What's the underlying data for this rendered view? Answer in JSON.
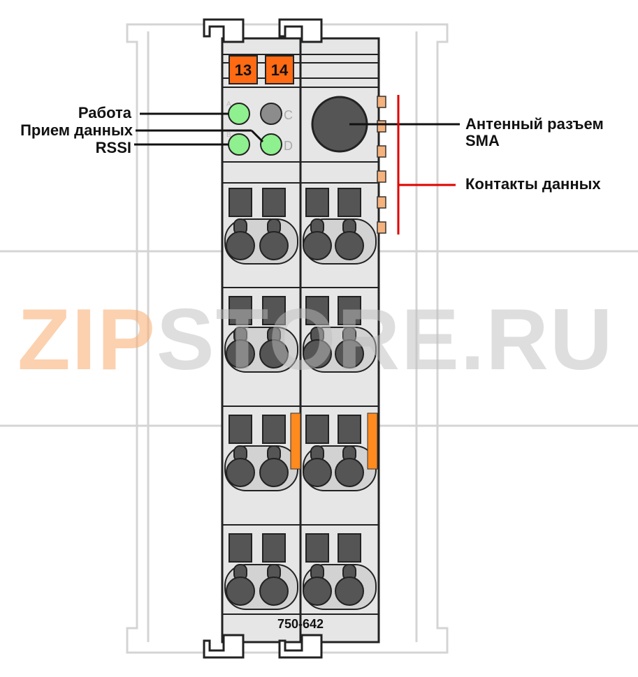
{
  "module": {
    "model": "750-642",
    "markers": [
      "13",
      "14"
    ],
    "led_letters": [
      "A",
      "C",
      "B",
      "D"
    ]
  },
  "callouts": {
    "run": "Работа",
    "data_receive": "Прием данных",
    "rssi": "RSSI",
    "antenna_line1": "Антенный разъем",
    "antenna_line2": "SMA",
    "data_contacts": "Контакты данных"
  },
  "watermark": {
    "part1": "ZIP",
    "part2": "STORE.RU"
  },
  "colors": {
    "marker_orange": "#ff6a13",
    "led_green": "#8ef08e",
    "led_grey": "#8c8c8c",
    "housing": "#e6e6e6",
    "clamp_dark": "#555555",
    "callout_red": "#e00000",
    "data_contact": "#f5b27c"
  }
}
